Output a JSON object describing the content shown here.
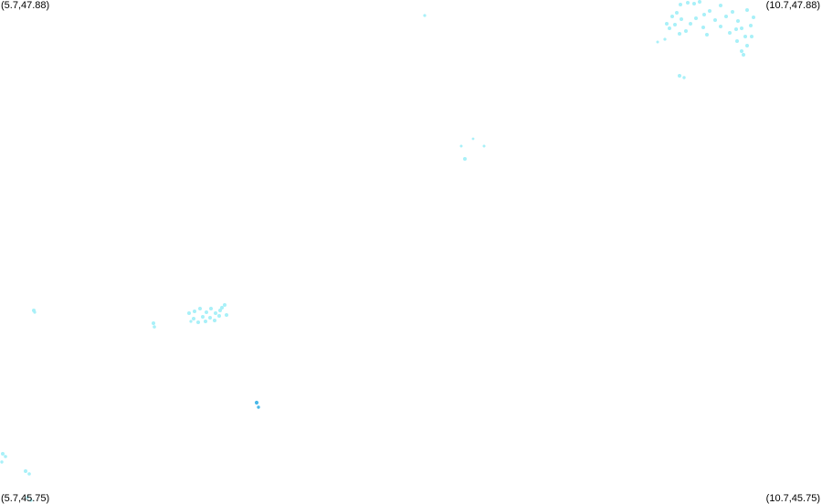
{
  "map": {
    "corner_labels": {
      "top_left": "(5.7,47.88)",
      "top_right": "(10.7,47.88)",
      "bottom_left": "(5.7,45.75)",
      "bottom_right": "(10.7,45.75)"
    },
    "colors": {
      "background": "#ffffff",
      "cluster_light": "#a8f0f8",
      "cluster_accent": "#49b8e8"
    }
  }
}
